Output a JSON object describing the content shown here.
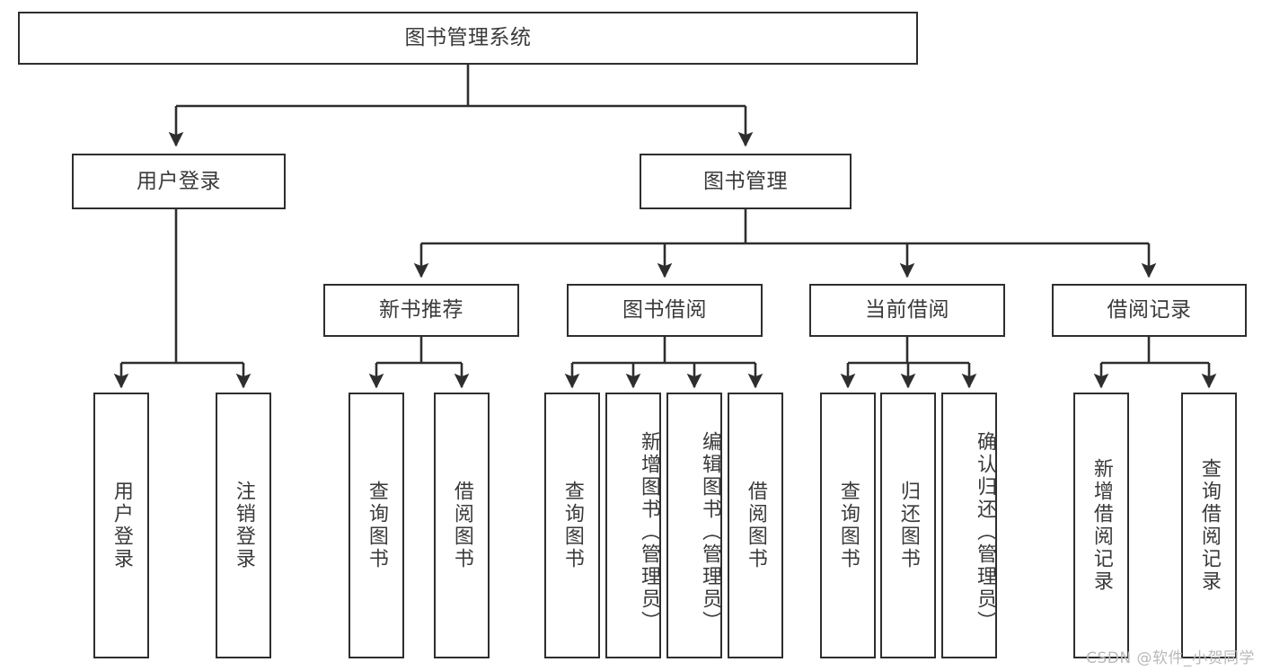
{
  "diagram": {
    "type": "tree",
    "title": "图书管理系统",
    "watermark": "CSDN @软件_小贺同学",
    "colors": {
      "box_border": "#2e2e2e",
      "box_fill": "#ffffff",
      "text": "#3a3a3a",
      "connector": "#2e2e2e",
      "watermark": "#b9b9b9",
      "background": "#ffffff"
    },
    "nodes": {
      "root": {
        "label": "图书管理系统"
      },
      "level2": [
        {
          "label": "用户登录"
        },
        {
          "label": "图书管理"
        }
      ],
      "level3": [
        {
          "label": "新书推荐"
        },
        {
          "label": "图书借阅"
        },
        {
          "label": "当前借阅"
        },
        {
          "label": "借阅记录"
        }
      ],
      "leaves_user_login": [
        {
          "label": "用户登录"
        },
        {
          "label": "注销登录"
        }
      ],
      "leaves_new_book": [
        {
          "label": "查询图书"
        },
        {
          "label": "借阅图书"
        }
      ],
      "leaves_borrow": [
        {
          "label": "查询图书"
        },
        {
          "label": "新增图书（管理员）"
        },
        {
          "label": "编辑图书（管理员）"
        },
        {
          "label": "借阅图书"
        }
      ],
      "leaves_current": [
        {
          "label": "查询图书"
        },
        {
          "label": "归还图书"
        },
        {
          "label": "确认归还（管理员）"
        }
      ],
      "leaves_record": [
        {
          "label": "新增借阅记录"
        },
        {
          "label": "查询借阅记录"
        }
      ]
    }
  }
}
